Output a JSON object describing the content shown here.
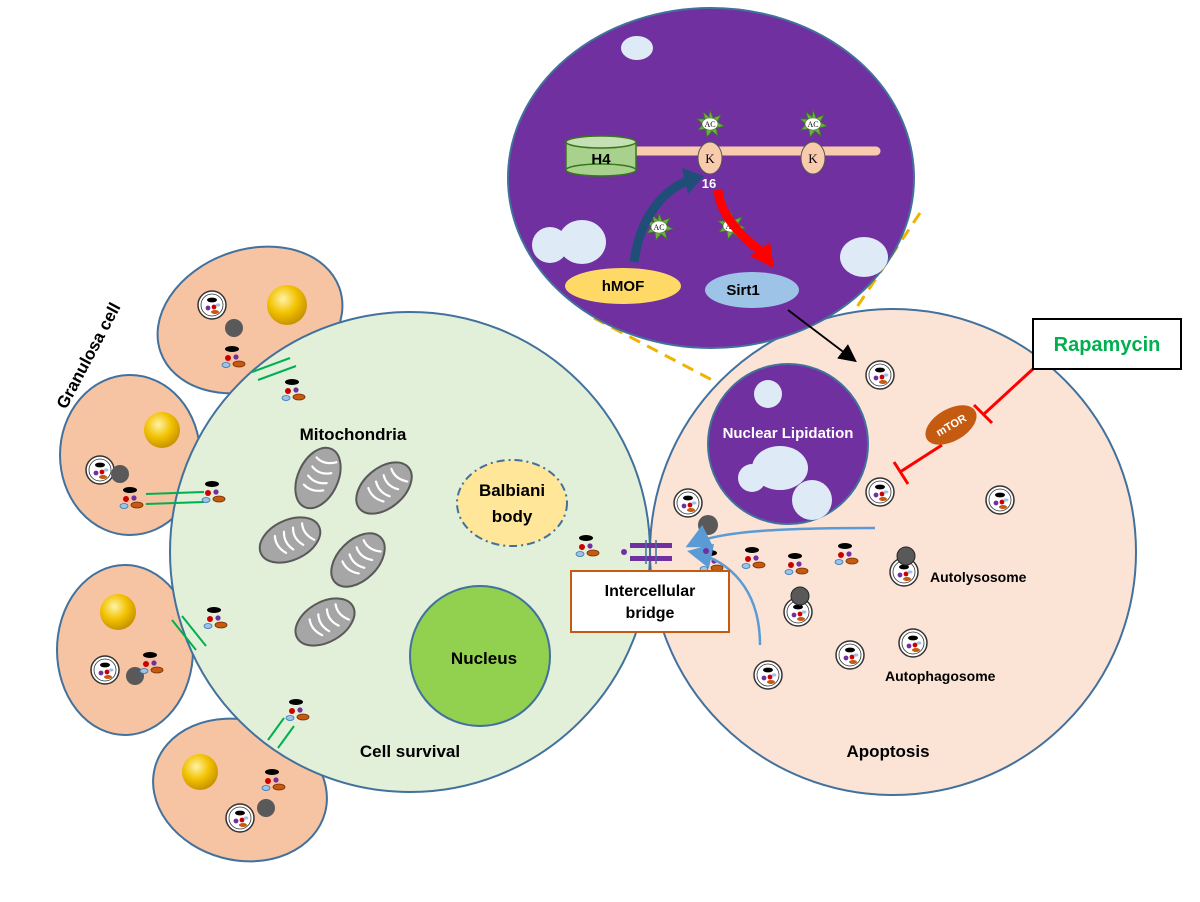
{
  "labels": {
    "granulosa_cell": "Granulosa cell",
    "mitochondria": "Mitochondria",
    "balbiani_body": [
      "Balbiani",
      "body"
    ],
    "nucleus": "Nucleus",
    "cell_survival": "Cell survival",
    "intercellular_bridge": [
      "Intercellular",
      "bridge"
    ],
    "apoptosis": "Apoptosis",
    "nuclear_lipidation": "Nuclear Lipidation",
    "autolysosome": "Autolysosome",
    "autophagosome": "Autophagosome",
    "rapamycin": "Rapamycin",
    "mtor": "mTOR",
    "h4": "H4",
    "lysine": "K",
    "lysine_position": "16",
    "acetyl": "AC",
    "hmof": "hMOF",
    "sirt1": "Sirt1"
  },
  "colors": {
    "granulosa_fill": "#f6c3a3",
    "oocyte_fill": "#e2efd9",
    "apoptotic_fill": "#fbe3d6",
    "cell_outline": "#41719c",
    "nucleus_fill": "#92d050",
    "balbiani_fill": "#ffe699",
    "histone_panel": "#7030a0",
    "rapamycin_text": "#00b050",
    "inhibition": "#ff0000",
    "mtor_fill": "#c55a11",
    "hmof_fill": "#ffd966",
    "sirt1_fill": "#9dc3e6",
    "dashed_connector": "#f0b400",
    "transport_arrow": "#5b9bd5",
    "bridge_box": "#c55a11",
    "acetyl_star": "#70ad47",
    "yolk_gold": "#e6b800"
  }
}
